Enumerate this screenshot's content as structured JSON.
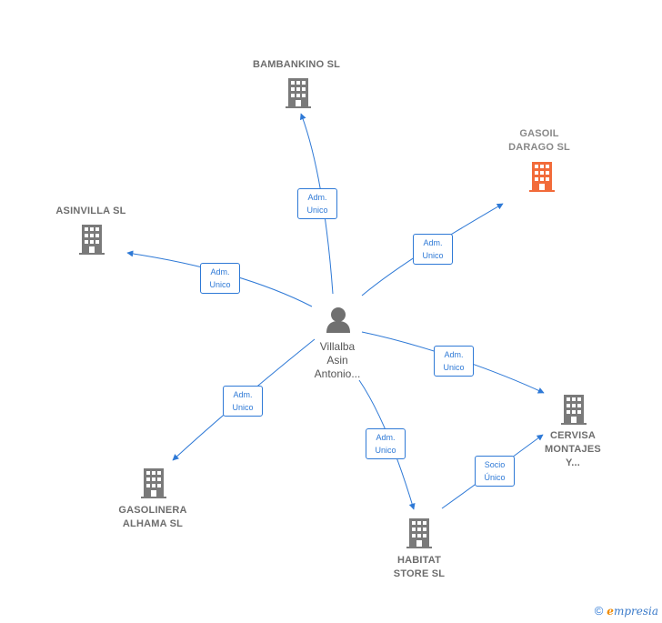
{
  "colors": {
    "edge": "#2e79d6",
    "company": "#7a7a7a",
    "highlight_company": "#f26b3a",
    "person": "#707070"
  },
  "center": {
    "label": "Villalba\nAsin\nAntonio..."
  },
  "companies": [
    {
      "id": "bambankino",
      "label": "BAMBANKINO SL",
      "highlight": false
    },
    {
      "id": "gasoil",
      "label": "GASOIL\nDARAGO SL",
      "highlight": true
    },
    {
      "id": "asinvilla",
      "label": "ASINVILLA SL",
      "highlight": false
    },
    {
      "id": "cervisa",
      "label": "CERVISA\nMONTAJES\nY...",
      "highlight": false
    },
    {
      "id": "gasolinera",
      "label": "GASOLINERA\nALHAMA SL",
      "highlight": false
    },
    {
      "id": "habitat",
      "label": "HABITAT\nSTORE SL",
      "highlight": false
    }
  ],
  "relations": [
    {
      "to": "bambankino",
      "label": "Adm.\nUnico"
    },
    {
      "to": "gasoil",
      "label": "Adm.\nUnico"
    },
    {
      "to": "asinvilla",
      "label": "Adm.\nUnico"
    },
    {
      "to": "cervisa",
      "label": "Adm.\nUnico"
    },
    {
      "to": "gasolinera",
      "label": "Adm.\nUnico"
    },
    {
      "to": "habitat",
      "label": "Adm.\nUnico"
    },
    {
      "from": "habitat",
      "to": "cervisa",
      "label": "Socio\nÚnico"
    }
  ],
  "footer": {
    "copyright": "©",
    "brand_initial": "e",
    "brand_rest": "mpresia"
  }
}
